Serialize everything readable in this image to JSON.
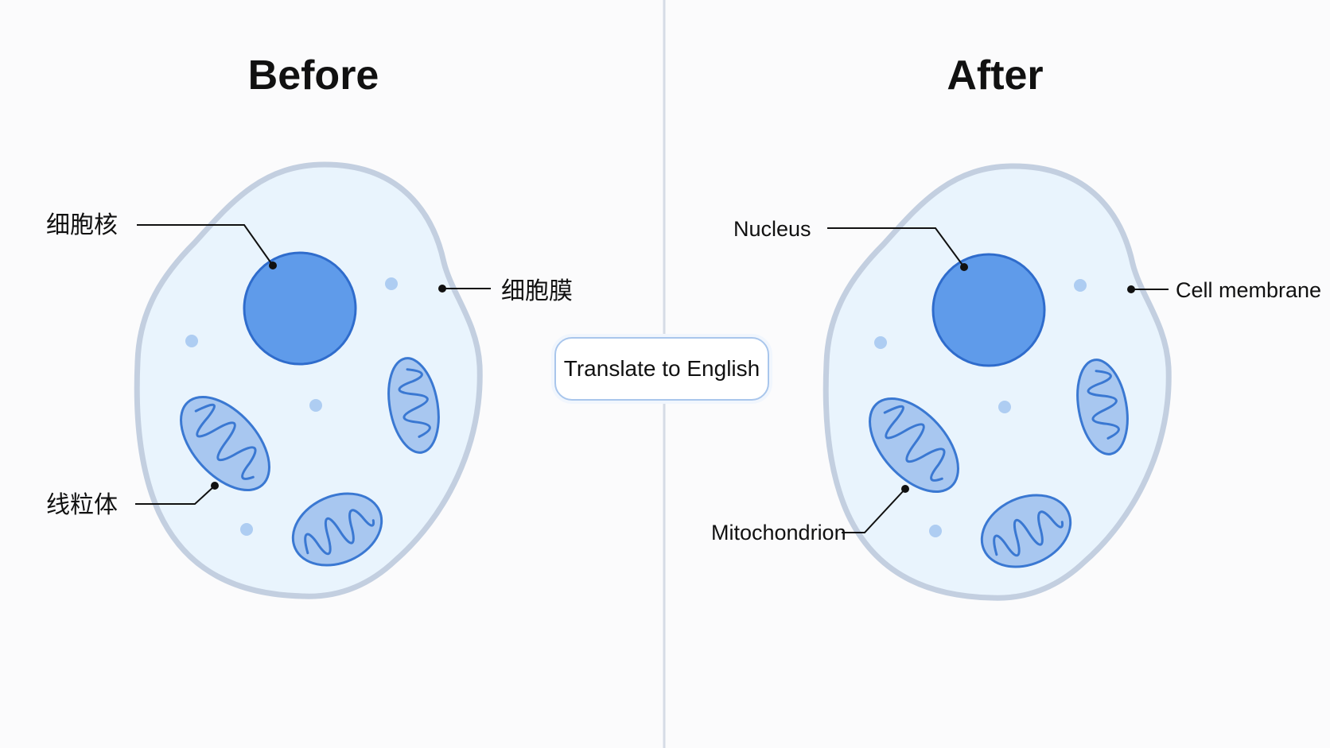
{
  "panels": {
    "before": {
      "title": "Before",
      "labels": {
        "nucleus": "细胞核",
        "membrane": "细胞膜",
        "mitochondrion": "线粒体"
      }
    },
    "after": {
      "title": "After",
      "labels": {
        "nucleus": "Nucleus",
        "membrane": "Cell membrane",
        "mitochondrion": "Mitochondrion"
      }
    }
  },
  "action": {
    "label": "Translate to English"
  },
  "colors": {
    "background": "#fbfbfc",
    "cytoplasm": "#e9f4fd",
    "membrane": "#c3cfe0",
    "nucleus": "#5f9bea",
    "mitochondrion": "#a8c7f0",
    "accent": "#3a78d2"
  }
}
